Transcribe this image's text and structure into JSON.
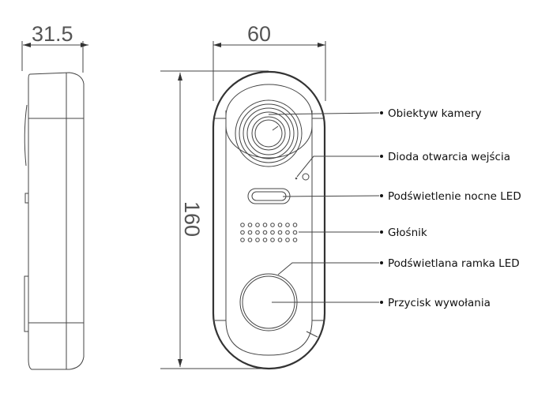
{
  "dimensions": {
    "depth": "31.5",
    "width": "60",
    "height": "160"
  },
  "labels": [
    "Obiektyw kamery",
    "Dioda otwarcia wejścia",
    "Podświetlenie nocne LED",
    "Głośnik",
    "Podświetlana ramka LED",
    "Przycisk wywołania"
  ]
}
